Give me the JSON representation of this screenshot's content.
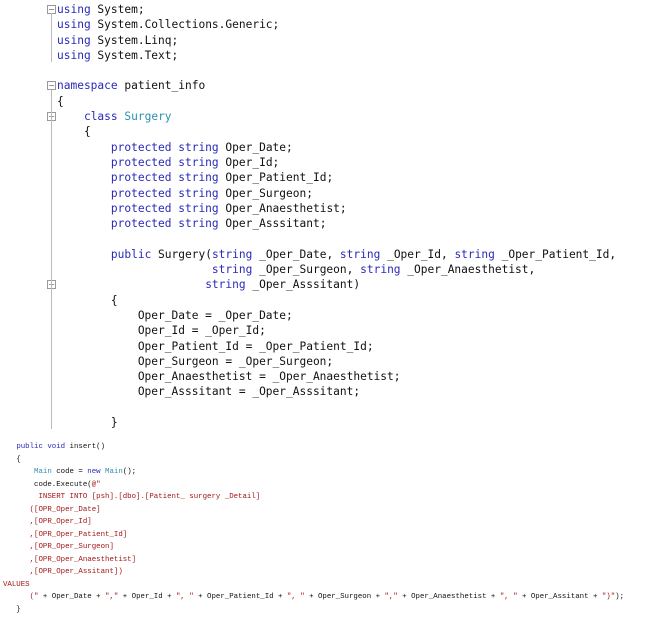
{
  "editor": {
    "top_lines": [
      {
        "fold": true,
        "tokens": [
          [
            "kw",
            "using"
          ],
          [
            "pl",
            " System;"
          ]
        ]
      },
      {
        "tokens": [
          [
            "kw",
            "using"
          ],
          [
            "pl",
            " System.Collections.Generic;"
          ]
        ]
      },
      {
        "tokens": [
          [
            "kw",
            "using"
          ],
          [
            "pl",
            " System.Linq;"
          ]
        ]
      },
      {
        "tokens": [
          [
            "kw",
            "using"
          ],
          [
            "pl",
            " System.Text;"
          ]
        ]
      },
      {
        "tokens": []
      },
      {
        "fold": true,
        "tokens": [
          [
            "kw",
            "namespace"
          ],
          [
            "pl",
            " patient_info"
          ]
        ]
      },
      {
        "tokens": [
          [
            "pl",
            "{"
          ]
        ]
      },
      {
        "fold": true,
        "tokens": [
          [
            "pl",
            "    "
          ],
          [
            "kw",
            "class"
          ],
          [
            "pl",
            " "
          ],
          [
            "ty",
            "Surgery"
          ]
        ]
      },
      {
        "tokens": [
          [
            "pl",
            "    {"
          ]
        ]
      },
      {
        "tokens": [
          [
            "pl",
            "        "
          ],
          [
            "kw",
            "protected string"
          ],
          [
            "pl",
            " Oper_Date;"
          ]
        ]
      },
      {
        "tokens": [
          [
            "pl",
            "        "
          ],
          [
            "kw",
            "protected string"
          ],
          [
            "pl",
            " Oper_Id;"
          ]
        ]
      },
      {
        "tokens": [
          [
            "pl",
            "        "
          ],
          [
            "kw",
            "protected string"
          ],
          [
            "pl",
            " Oper_Patient_Id;"
          ]
        ]
      },
      {
        "tokens": [
          [
            "pl",
            "        "
          ],
          [
            "kw",
            "protected string"
          ],
          [
            "pl",
            " Oper_Surgeon;"
          ]
        ]
      },
      {
        "tokens": [
          [
            "pl",
            "        "
          ],
          [
            "kw",
            "protected string"
          ],
          [
            "pl",
            " Oper_Anaesthetist;"
          ]
        ]
      },
      {
        "tokens": [
          [
            "pl",
            "        "
          ],
          [
            "kw",
            "protected string"
          ],
          [
            "pl",
            " Oper_Asssitant;"
          ]
        ]
      },
      {
        "tokens": []
      },
      {
        "tokens": [
          [
            "pl",
            "        "
          ],
          [
            "kw",
            "public"
          ],
          [
            "pl",
            " Surgery("
          ],
          [
            "kw",
            "string"
          ],
          [
            "pl",
            " _Oper_Date, "
          ],
          [
            "kw",
            "string"
          ],
          [
            "pl",
            " _Oper_Id, "
          ],
          [
            "kw",
            "string"
          ],
          [
            "pl",
            " _Oper_Patient_Id,"
          ]
        ]
      },
      {
        "tokens": [
          [
            "pl",
            "                       "
          ],
          [
            "kw",
            "string"
          ],
          [
            "pl",
            " _Oper_Surgeon, "
          ],
          [
            "kw",
            "string"
          ],
          [
            "pl",
            " _Oper_Anaesthetist,"
          ]
        ]
      },
      {
        "fold": true,
        "tokens": [
          [
            "pl",
            "                      "
          ],
          [
            "kw",
            "string"
          ],
          [
            "pl",
            " _Oper_Asssitant)"
          ]
        ]
      },
      {
        "tokens": [
          [
            "pl",
            "        {"
          ]
        ]
      },
      {
        "tokens": [
          [
            "pl",
            "            Oper_Date = _Oper_Date;"
          ]
        ]
      },
      {
        "tokens": [
          [
            "pl",
            "            Oper_Id = _Oper_Id;"
          ]
        ]
      },
      {
        "tokens": [
          [
            "pl",
            "            Oper_Patient_Id = _Oper_Patient_Id;"
          ]
        ]
      },
      {
        "tokens": [
          [
            "pl",
            "            Oper_Surgeon = _Oper_Surgeon;"
          ]
        ]
      },
      {
        "tokens": [
          [
            "pl",
            "            Oper_Anaesthetist = _Oper_Anaesthetist;"
          ]
        ]
      },
      {
        "tokens": [
          [
            "pl",
            "            Oper_Asssitant = _Oper_Asssitant;"
          ]
        ]
      },
      {
        "tokens": []
      },
      {
        "tokens": [
          [
            "pl",
            "        }"
          ]
        ]
      }
    ],
    "bottom_lines": [
      {
        "tokens": [
          [
            "pl",
            "   "
          ],
          [
            "kw",
            "public void"
          ],
          [
            "pl",
            " insert()"
          ]
        ]
      },
      {
        "tokens": [
          [
            "pl",
            "   {"
          ]
        ]
      },
      {
        "tokens": [
          [
            "pl",
            "       "
          ],
          [
            "ty",
            "Main"
          ],
          [
            "pl",
            " code = "
          ],
          [
            "kw",
            "new"
          ],
          [
            "pl",
            " "
          ],
          [
            "ty",
            "Main"
          ],
          [
            "pl",
            "();"
          ]
        ]
      },
      {
        "tokens": [
          [
            "pl",
            "       code.Execute("
          ],
          [
            "str",
            "@\""
          ]
        ]
      },
      {
        "tokens": [
          [
            "str",
            "        INSERT INTO [psh].[dbo].[Patient_ surgery _Detail]"
          ]
        ]
      },
      {
        "tokens": [
          [
            "str",
            "      ([OPR_Oper_Date]"
          ]
        ]
      },
      {
        "tokens": [
          [
            "str",
            "      ,[OPR_Oper_Id]"
          ]
        ]
      },
      {
        "tokens": [
          [
            "str",
            "      ,[OPR_Oper_Patient_Id]"
          ]
        ]
      },
      {
        "tokens": [
          [
            "str",
            "      ,[OPR_Oper_Surgeon]"
          ]
        ]
      },
      {
        "tokens": [
          [
            "str",
            "      ,[OPR_Oper_Anaesthetist]"
          ]
        ]
      },
      {
        "tokens": [
          [
            "str",
            "      ,[OPR_Oper_Assitant])"
          ]
        ]
      },
      {
        "tokens": [
          [
            "str",
            "VALUES"
          ]
        ]
      },
      {
        "tokens": [
          [
            "str",
            "      (\""
          ],
          [
            "pl",
            " + Oper_Date + "
          ],
          [
            "str",
            "\",\""
          ],
          [
            "pl",
            " + Oper_Id + "
          ],
          [
            "str",
            "\", \""
          ],
          [
            "pl",
            " + Oper_Patient_Id + "
          ],
          [
            "str",
            "\", \""
          ],
          [
            "pl",
            " + Oper_Surgeon + "
          ],
          [
            "str",
            "\",\""
          ],
          [
            "pl",
            " + Oper_Anaesthetist + "
          ],
          [
            "str",
            "\", \""
          ],
          [
            "pl",
            " + Oper_Assitant + "
          ],
          [
            "str",
            "\")\""
          ],
          [
            "pl",
            ");"
          ]
        ]
      },
      {
        "tokens": [
          [
            "pl",
            "   }"
          ]
        ]
      }
    ]
  }
}
